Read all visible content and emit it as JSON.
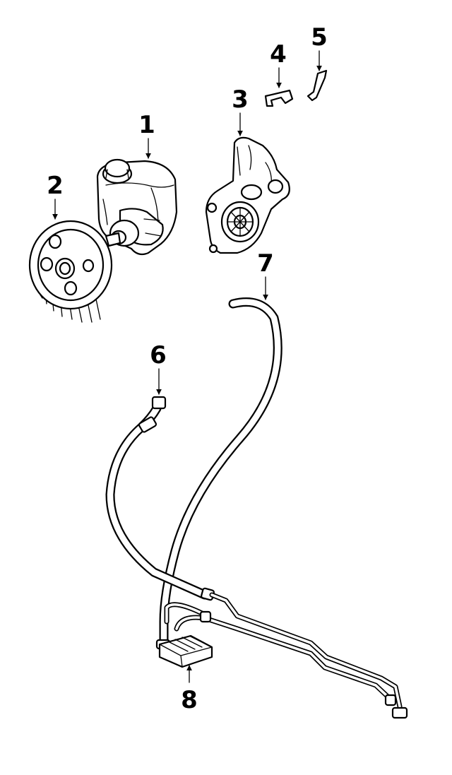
{
  "callouts": [
    {
      "id": "1",
      "label": "1"
    },
    {
      "id": "2",
      "label": "2"
    },
    {
      "id": "3",
      "label": "3"
    },
    {
      "id": "4",
      "label": "4"
    },
    {
      "id": "5",
      "label": "5"
    },
    {
      "id": "6",
      "label": "6"
    },
    {
      "id": "7",
      "label": "7"
    },
    {
      "id": "8",
      "label": "8"
    }
  ],
  "colors": {
    "line": "#000000",
    "background": "#ffffff"
  },
  "parts": [
    {
      "callout": "1",
      "icon": "power-steering-pump-icon"
    },
    {
      "callout": "2",
      "icon": "pulley-icon"
    },
    {
      "callout": "3",
      "icon": "mounting-bracket-icon"
    },
    {
      "callout": "4",
      "icon": "clip-icon"
    },
    {
      "callout": "5",
      "icon": "brace-icon"
    },
    {
      "callout": "6",
      "icon": "pressure-hose-icon"
    },
    {
      "callout": "7",
      "icon": "return-hose-icon"
    },
    {
      "callout": "8",
      "icon": "cooler-icon"
    }
  ]
}
